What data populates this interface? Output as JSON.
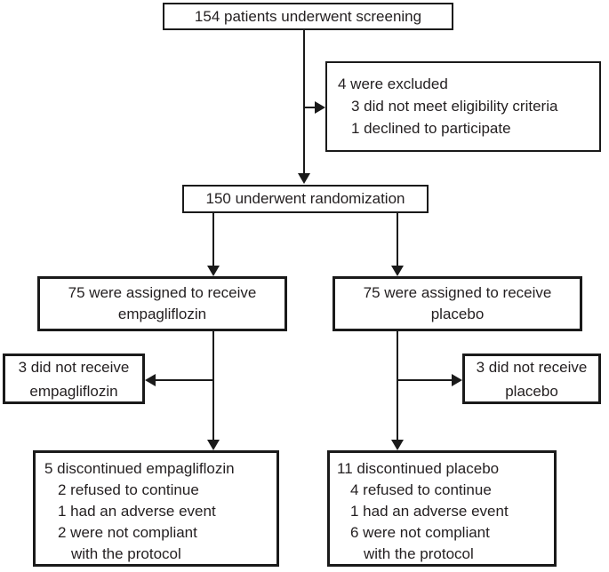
{
  "colors": {
    "text": "#231f20",
    "box_border": "#1a1a1a",
    "background": "#ffffff"
  },
  "flowchart": {
    "screening": {
      "label": "154 patients underwent screening"
    },
    "excluded": {
      "title": "4 were excluded",
      "items": [
        "3 did not meet eligibility criteria",
        "1 declined to participate"
      ]
    },
    "randomization": {
      "label": "150 underwent randomization"
    },
    "arms": {
      "empagliflozin": {
        "assigned": {
          "line1": "75 were assigned to receive",
          "line2": "empagliflozin"
        },
        "not_received": {
          "line1": "3 did not receive",
          "line2": "empagliflozin"
        },
        "discontinued": {
          "title": "5 discontinued empagliflozin",
          "items": [
            "2 refused to continue",
            "1 had an adverse event",
            "2 were not compliant"
          ],
          "continuation": "with the protocol"
        }
      },
      "placebo": {
        "assigned": {
          "line1": "75 were assigned to receive",
          "line2": "placebo"
        },
        "not_received": {
          "line1": "3 did not receive",
          "line2": "placebo"
        },
        "discontinued": {
          "title": "11 discontinued placebo",
          "items": [
            "4 refused to continue",
            "1 had an adverse event",
            "6 were not compliant"
          ],
          "continuation": "with the protocol"
        }
      }
    }
  }
}
